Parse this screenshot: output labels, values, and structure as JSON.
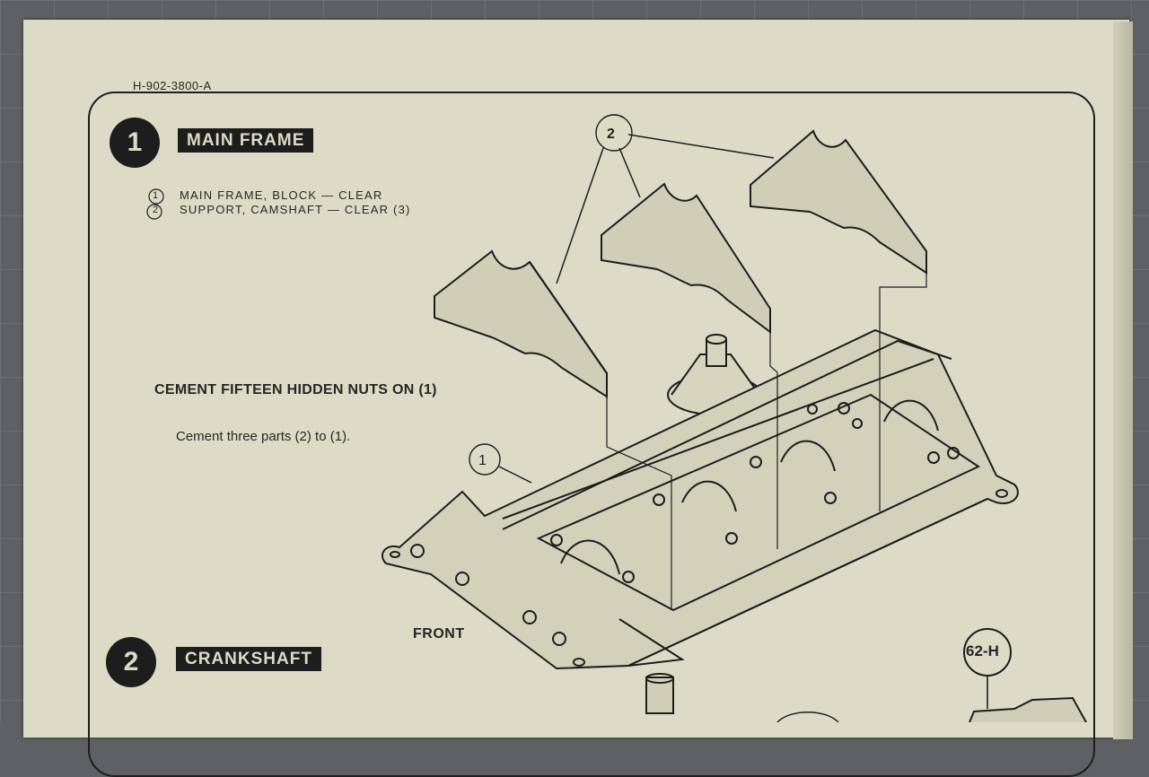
{
  "header": {
    "part_code": "H-902-3800-A"
  },
  "step1": {
    "number": "1",
    "title": "MAIN FRAME",
    "parts": [
      {
        "num": "1",
        "label": "MAIN FRAME, BLOCK — CLEAR"
      },
      {
        "num": "2",
        "label": "SUPPORT, CAMSHAFT — CLEAR (3)"
      }
    ],
    "instruction_heading": "CEMENT FIFTEEN HIDDEN NUTS ON (1)",
    "instruction": "Cement three parts (2) to (1).",
    "callouts": {
      "support": "2",
      "frame": "1"
    },
    "front_label": "FRONT"
  },
  "step2": {
    "number": "2",
    "title": "CRANKSHAFT"
  },
  "reference_callout": "62-H",
  "colors": {
    "paper": "#dcdcc6",
    "ink": "#1d1d1d",
    "mat": "#5f6064"
  }
}
